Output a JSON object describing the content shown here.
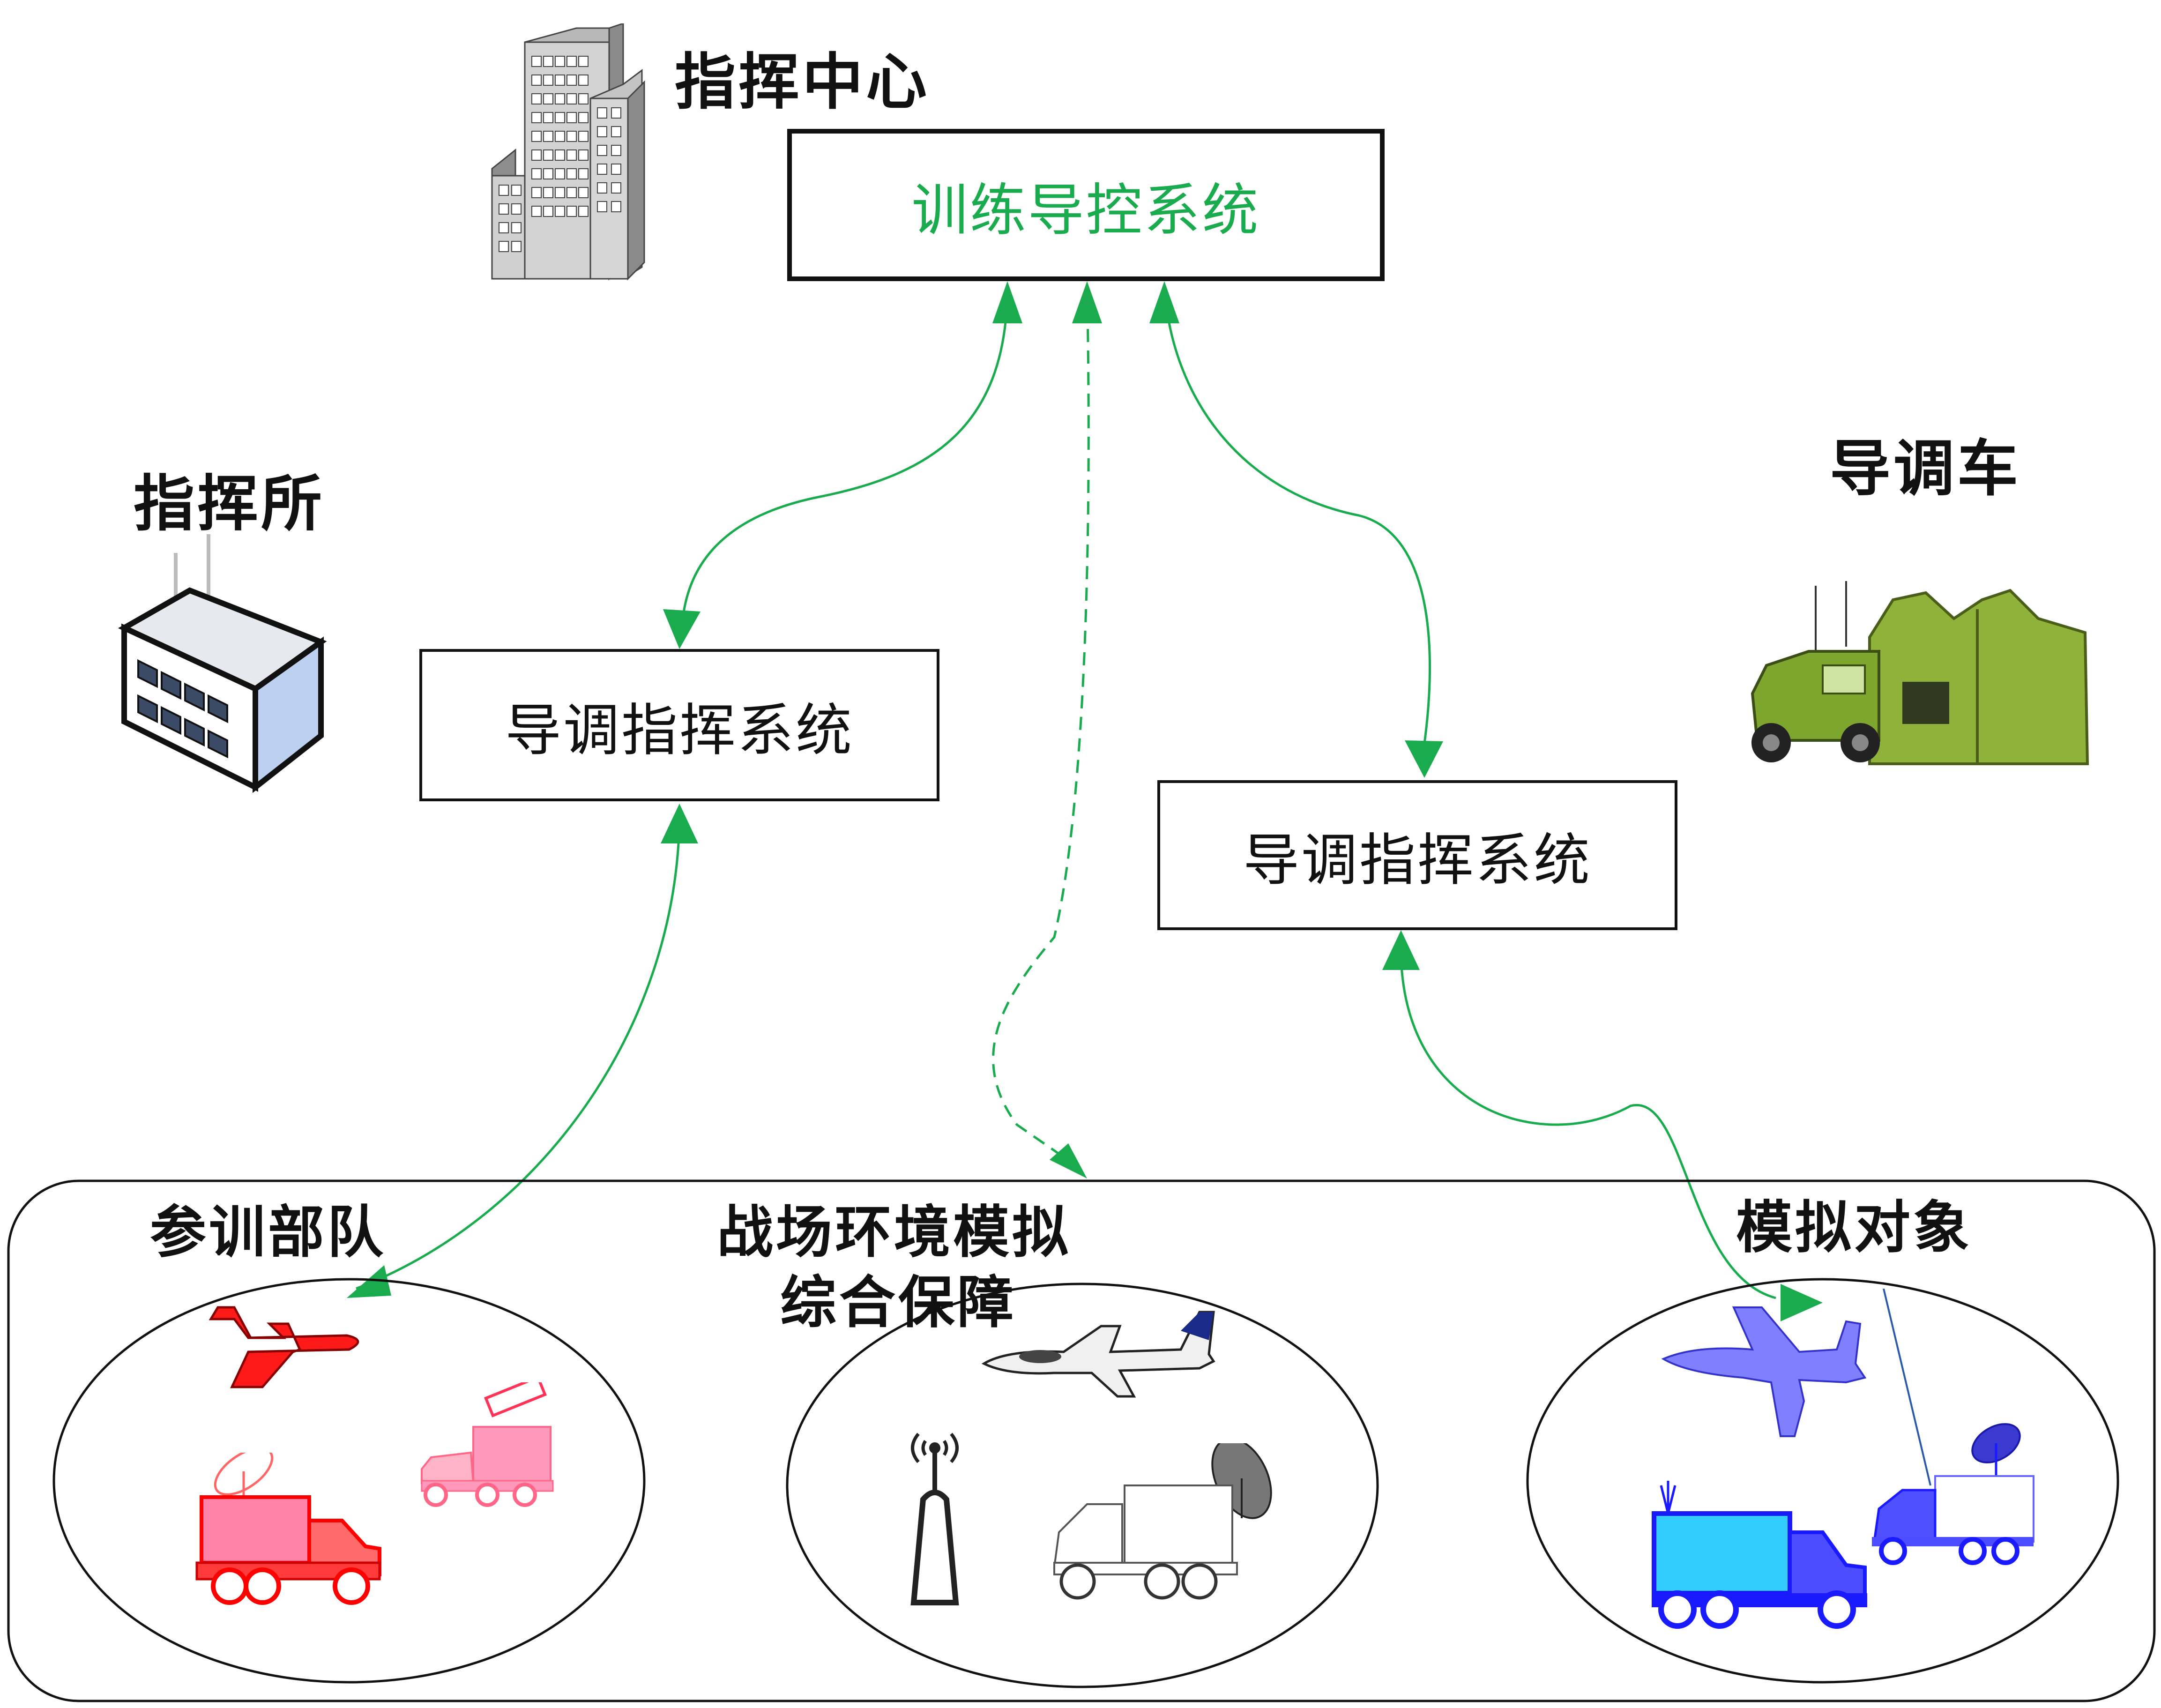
{
  "labels": {
    "command_center": "指挥中心",
    "command_post": "指挥所",
    "director_vehicle": "导调车",
    "training_troops": "参训部队",
    "battlefield_env_line1": "战场环境模拟",
    "battlefield_env_line2": "综合保障",
    "simulated_objects": "模拟对象"
  },
  "boxes": {
    "training_control": "训练导控系统",
    "director_command_left": "导调指挥系统",
    "director_command_right": "导调指挥系统"
  },
  "colors": {
    "arrow": "#1aab4e",
    "top_box_text": "#1aab4e",
    "troops_vehicles": "#ff0000",
    "simulated_vehicles": "#1a1aff",
    "director_truck": "#8fb33a"
  }
}
